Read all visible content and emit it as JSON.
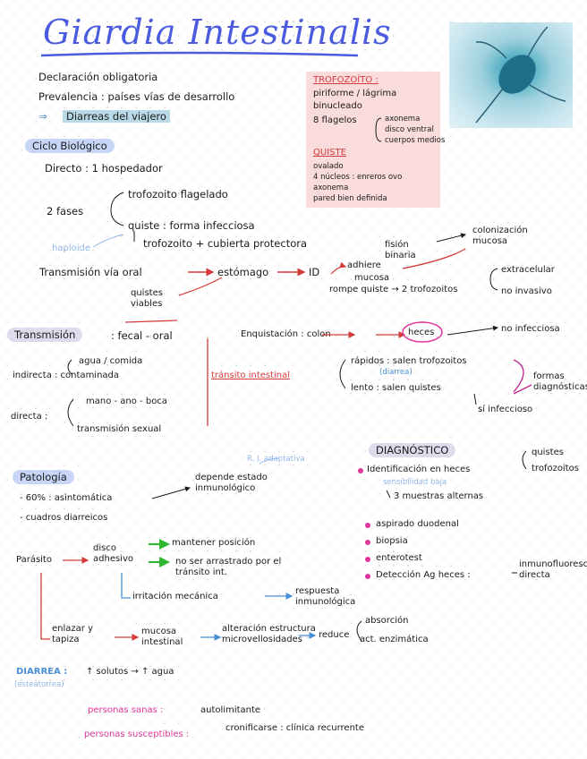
{
  "title": "Giardia Intestinalis",
  "header": {
    "line1": "Declaración obligatoria",
    "line2": "Prevalencia : países vías de desarrollo",
    "line3": "Diarreas del viajero"
  },
  "trofozoito": {
    "heading": "TROFOZOÍTO :",
    "l1": "piriforme / lágrima",
    "l2": "binucleado",
    "l3": "8 flagelos",
    "b1": "axonema",
    "b2": "disco ventral",
    "b3": "cuerpos medios"
  },
  "quiste": {
    "heading": "QUISTE",
    "l1": "ovalado",
    "l2": "4 núcleos : enreros ovo",
    "l3": "axonema",
    "l4": "pared bien definida"
  },
  "ciclo": {
    "heading": "Ciclo Biológico",
    "directo": "Directo : 1 hospedador",
    "fases": "2 fases",
    "f1": "trofozoito flagelado",
    "f2": "quiste : forma infecciosa",
    "haploide": "haploide",
    "f3": "trofozoito + cubierta protectora",
    "transmision": "Transmisión vía oral",
    "estomago": "estómago",
    "id": "ID",
    "quistes_viables": "quistes viables",
    "adhiere": "adhiere",
    "mucosa": "mucosa",
    "rompe": "rompe quiste → 2 trofozoitos",
    "fision": "fisión binaria",
    "colonizacion": "colonización mucosa",
    "extracelular": "extracelular",
    "no_invasivo": "no invasivo",
    "enquistacion": "Enquistación : colon",
    "heces": "heces",
    "no_infecciosa": "no infecciosa",
    "transito": "tránsito intestinal",
    "rapido": "rápidos : salen trofozoitos",
    "diarrea_note": "(diarrea)",
    "lento": "lento : salen quistes",
    "formas": "formas diagnósticas",
    "si_infecciosa": "sí infeccioso"
  },
  "transmision": {
    "heading": "Transmisión",
    "fecal": ": fecal - oral",
    "agua": "agua / comida",
    "indirecta": "indirecta : contaminada",
    "mano": "mano - ano - boca",
    "directa": "directa :",
    "sexual": "transmisión sexual"
  },
  "diagnostico": {
    "heading": "DIAGNÓSTICO",
    "id_heces": "Identificación en heces",
    "sensibilidad": "sensibilidad baja",
    "quistes": "quistes",
    "trofozoitos": "trofozoitos",
    "muestras": "3 muestras alternas",
    "aspirado": "aspirado duodenal",
    "biopsia": "biopsia",
    "enterotest": "enterotest",
    "deteccion": "Detección Ag heces :",
    "inmuno": "inmunofluorescencia directa"
  },
  "patologia": {
    "heading": "Patología",
    "adaptativa": "R. I. adaptativa",
    "depende": "depende estado inmunológico",
    "asintomatica": "- 60% : asintomática",
    "cuadros": "- cuadros diarreicos",
    "parasito": "Parásito",
    "disco": "disco adhesivo",
    "mantener": "mantener posición",
    "no_arrastrado": "no ser arrastrado por el tránsito int.",
    "irritacion": "irritación mecánica",
    "respuesta": "respuesta inmunológica",
    "enlazar": "enlazar y tapiza",
    "mucosa_int": "mucosa intestinal",
    "alteracion": "alteración estructura microvellosidades",
    "reduce": "reduce",
    "absorcion": "absorción",
    "act_enzim": "act. enzimática"
  },
  "diarrea": {
    "label": "DIARREA :",
    "sub": "(esteatorrea)",
    "text": "↑ solutos → ↑ agua"
  },
  "personas": {
    "sanas_label": "personas sanas :",
    "sanas": "autolimitante",
    "susc_label": "personas susceptibles :",
    "susc": "cronificarse : clínica recurrente"
  }
}
